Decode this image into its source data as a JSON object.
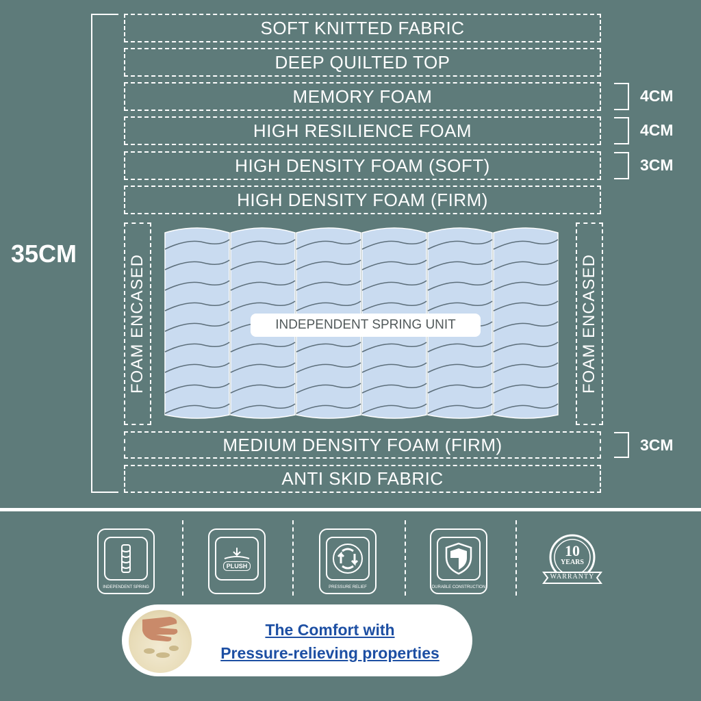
{
  "layers": [
    {
      "label": "SOFT KNITTED FABRIC"
    },
    {
      "label": "DEEP QUILTED TOP"
    },
    {
      "label": "MEMORY FOAM",
      "thickness": "4CM"
    },
    {
      "label": "HIGH RESILIENCE FOAM",
      "thickness": "4CM"
    },
    {
      "label": "HIGH DENSITY FOAM (SOFT)",
      "thickness": "3CM"
    },
    {
      "label": "HIGH DENSITY FOAM (FIRM)"
    },
    {
      "label": "MEDIUM DENSITY FOAM (FIRM)",
      "thickness": "3CM"
    },
    {
      "label": "ANTI SKID FABRIC"
    }
  ],
  "total_height": "35CM",
  "encased_label": "FOAM ENCASED",
  "spring_unit_label": "INDEPENDENT SPRING UNIT",
  "spring_count": 6,
  "features": [
    {
      "caption": "INDEPENDENT SPRING",
      "icon": "spring-icon"
    },
    {
      "caption": "",
      "icon": "plush-icon",
      "inner_text": "PLUSH"
    },
    {
      "caption": "PRESSURE RELIEF",
      "icon": "pressure-relief-icon"
    },
    {
      "caption": "DURABLE CONSTRUCTION",
      "icon": "shield-icon"
    },
    {
      "caption": "",
      "icon": "warranty-badge-icon",
      "years": "10",
      "years_word": "YEARS",
      "ribbon": "WARRANTY"
    }
  ],
  "tagline": {
    "line1": "The Comfort with",
    "line2": "Pressure-relieving properties"
  },
  "colors": {
    "background": "#5e7b7a",
    "spring": "#c9dbf0",
    "tagline": "#1d4fa3"
  }
}
